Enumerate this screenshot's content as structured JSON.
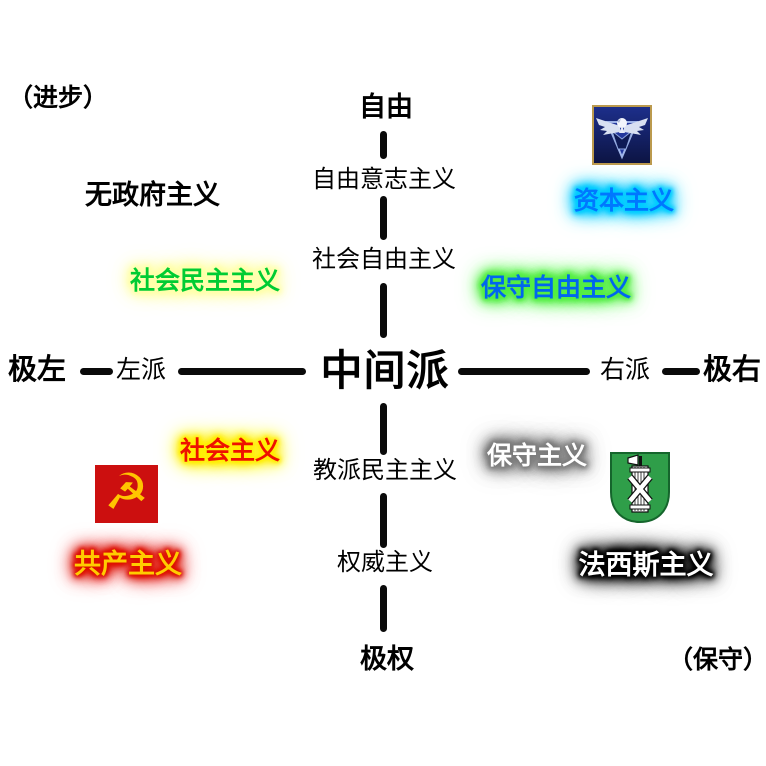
{
  "diagram": {
    "type": "political-spectrum-diagram",
    "language": "zh-CN"
  },
  "corners": {
    "progress": "（进步）",
    "conservative": "（保守）"
  },
  "axis": {
    "liberty": "自由",
    "libertarianism": "自由意志主义",
    "social_liberalism": "社会自由主义",
    "centrism": "中间派",
    "sectarian_democracy": "教派民主主义",
    "authoritarianism": "权威主义",
    "totalitarianism": "极权",
    "far_left": "极左",
    "left": "左派",
    "right": "右派",
    "far_right": "极右"
  },
  "ideologies": {
    "anarchism": {
      "label": "无政府主义",
      "text_color": "#000000",
      "glow_color": "none"
    },
    "capitalism": {
      "label": "资本主义",
      "text_color": "#0077ff",
      "glow_color": "#00ccff"
    },
    "social_democracy": {
      "label": "社会民主主义",
      "text_color": "#00cc33",
      "glow_color": "#ffffaa"
    },
    "conservative_liberalism": {
      "label": "保守自由主义",
      "text_color": "#0066ee",
      "glow_color": "#55ee44"
    },
    "socialism": {
      "label": "社会主义",
      "text_color": "#ee1100",
      "glow_color": "#ffee00"
    },
    "conservatism": {
      "label": "保守主义",
      "text_color": "#ffffff",
      "glow_color": "#7d7d7d"
    },
    "communism": {
      "label": "共产主义",
      "text_color": "#ffcc00",
      "glow_color": "#dd1100"
    },
    "fascism": {
      "label": "法西斯主义",
      "text_color": "#ffffff",
      "glow_color": "#000000"
    }
  },
  "icons": {
    "allied_eagle": "allied-eagle-icon",
    "hammer_sickle": "hammer-sickle-icon",
    "fasces_shield": "fasces-shield-icon"
  },
  "icon_colors": {
    "allied_bg": "#14206b",
    "allied_border": "#bb9a4e",
    "allied_eagle": "#d8e0f2",
    "flag_red": "#cc0f0f",
    "flag_gold": "#ffc400",
    "shield_green": "#2f9e49"
  }
}
